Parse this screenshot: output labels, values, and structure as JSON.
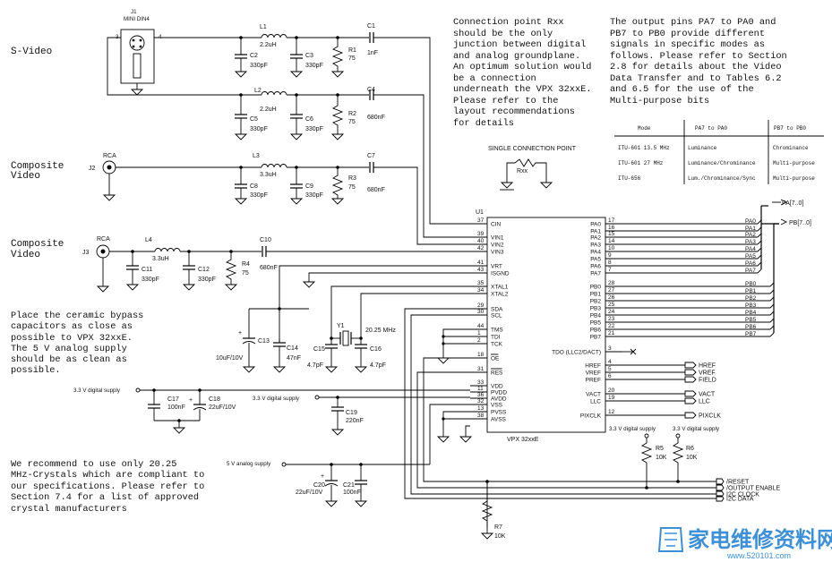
{
  "notes": {
    "connection_point": [
      "Connection point Rxx",
      "should be the only",
      "junction between digital",
      "and analog groundplane.",
      "An optimum solution would",
      "be a connection",
      "underneath the VPX 32xxE.",
      "Please refer to the",
      "layout recommendations",
      "for details"
    ],
    "output_pins": [
      "The output pins PA7 to PA0 and",
      "PB7 to PB0 provide different",
      "signals in specific modes as",
      "follows. Please refer to Section",
      "2.8 for details about the Video",
      "Data Transfer and to Tables 6.2",
      "and 6.5 for the use of the",
      "Multi-purpose bits"
    ],
    "bypass": [
      "Place the ceramic bypass",
      "capacitors as close as",
      "possible to VPX 32xxE.",
      "The 5 V analog supply",
      "should be as clean as",
      "possible."
    ],
    "crystal": [
      "We recommend to use only 20.25",
      "MHz-Crystals which are compliant to",
      "our specifications. Please refer to",
      "Section 7.4 for a list of approved",
      "crystal manufacturers"
    ]
  },
  "mode_table": {
    "headers": [
      "Mode",
      "PA7 to PA0",
      "PB7 to PB0"
    ],
    "rows": [
      [
        "ITU-601 13.5 MHz",
        "Luminance",
        "Chrominance"
      ],
      [
        "ITU-601 27 MHz",
        "Luminance/Chrominance",
        "Multi-purpose"
      ],
      [
        "ITU-656",
        "Lum./Chrominance/Sync",
        "Multi-purpose"
      ]
    ]
  },
  "inputs": {
    "svideo": "S-Video",
    "composite": [
      "Composite",
      "Video"
    ],
    "j1": "J1",
    "mini_din": "MINI DIN4",
    "rca": "RCA",
    "j2": "J2",
    "j3": "J3",
    "din_pin3": "3",
    "din_pin4": "4"
  },
  "components": {
    "L1": {
      "ref": "L1",
      "value": "2.2uH"
    },
    "L2": {
      "ref": "L2",
      "value": "2.2uH"
    },
    "L3": {
      "ref": "L3",
      "value": "3.3uH"
    },
    "L4": {
      "ref": "L4",
      "value": "3.3uH"
    },
    "C1": {
      "ref": "C1",
      "value": "1nF"
    },
    "C2": {
      "ref": "C2",
      "value": "330pF"
    },
    "C3": {
      "ref": "C3",
      "value": "330pF"
    },
    "C4": {
      "ref": "C4",
      "value": "680nF"
    },
    "C5": {
      "ref": "C5",
      "value": "330pF"
    },
    "C6": {
      "ref": "C6",
      "value": "330pF"
    },
    "C7": {
      "ref": "C7",
      "value": "680nF"
    },
    "C8": {
      "ref": "C8",
      "value": "330pF"
    },
    "C9": {
      "ref": "C9",
      "value": "330pF"
    },
    "C10": {
      "ref": "C10",
      "value": "680nF"
    },
    "C11": {
      "ref": "C11",
      "value": "330pF"
    },
    "C12": {
      "ref": "C12",
      "value": "330pF"
    },
    "C13": {
      "ref": "C13",
      "value": "10uF/10V"
    },
    "C14": {
      "ref": "C14",
      "value": "47nF"
    },
    "C15": {
      "ref": "C15",
      "value": "4.7pF"
    },
    "C16": {
      "ref": "C16",
      "value": "4.7pF"
    },
    "C17": {
      "ref": "C17",
      "value": "100nF"
    },
    "C18": {
      "ref": "C18",
      "value": "22uF/10V"
    },
    "C19": {
      "ref": "C19",
      "value": "220nF"
    },
    "C20": {
      "ref": "C20",
      "value": "22uF/10V"
    },
    "C21": {
      "ref": "C21",
      "value": "100nF"
    },
    "R1": {
      "ref": "R1",
      "value": "75"
    },
    "R2": {
      "ref": "R2",
      "value": "75"
    },
    "R3": {
      "ref": "R3",
      "value": "75"
    },
    "R4": {
      "ref": "R4",
      "value": "75"
    },
    "R5": {
      "ref": "R5",
      "value": "10K"
    },
    "R6": {
      "ref": "R6",
      "value": "10K"
    },
    "R7": {
      "ref": "R7",
      "value": "10K"
    },
    "Y1": {
      "ref": "Y1",
      "value": "20.25 MHz"
    }
  },
  "single_connection": {
    "title": "SINGLE CONNECTION POINT",
    "label": "Rxx"
  },
  "chip": {
    "ref": "U1",
    "name": "VPX 32xxE",
    "left_pins": [
      {
        "num": "37",
        "name": "CIN"
      },
      {
        "num": "39",
        "name": "VIN1"
      },
      {
        "num": "40",
        "name": "VIN2"
      },
      {
        "num": "42",
        "name": "VIN3"
      },
      {
        "num": "41",
        "name": "VRT"
      },
      {
        "num": "43",
        "name": "ISGND"
      },
      {
        "num": "35",
        "name": "XTAL1"
      },
      {
        "num": "34",
        "name": "XTAL2"
      },
      {
        "num": "29",
        "name": "SDA"
      },
      {
        "num": "30",
        "name": "SCL"
      },
      {
        "num": "44",
        "name": "TMS"
      },
      {
        "num": "1",
        "name": "TDI"
      },
      {
        "num": "2",
        "name": "TCK"
      },
      {
        "num": "18",
        "name": "OE"
      },
      {
        "num": "31",
        "name": "RES"
      },
      {
        "num": "33",
        "name": "VDD"
      },
      {
        "num": "11",
        "name": "PVDD"
      },
      {
        "num": "36",
        "name": "AVDD"
      },
      {
        "num": "32",
        "name": "VSS"
      },
      {
        "num": "13",
        "name": "PVSS"
      },
      {
        "num": "38",
        "name": "AVSS"
      }
    ],
    "right_pins": [
      {
        "num": "17",
        "name": "PA0"
      },
      {
        "num": "16",
        "name": "PA1"
      },
      {
        "num": "15",
        "name": "PA2"
      },
      {
        "num": "14",
        "name": "PA3"
      },
      {
        "num": "10",
        "name": "PA4"
      },
      {
        "num": "9",
        "name": "PA5"
      },
      {
        "num": "8",
        "name": "PA6"
      },
      {
        "num": "7",
        "name": "PA7"
      },
      {
        "num": "28",
        "name": "PB0"
      },
      {
        "num": "27",
        "name": "PB1"
      },
      {
        "num": "26",
        "name": "PB2"
      },
      {
        "num": "25",
        "name": "PB3"
      },
      {
        "num": "24",
        "name": "PB4"
      },
      {
        "num": "23",
        "name": "PB5"
      },
      {
        "num": "22",
        "name": "PB6"
      },
      {
        "num": "21",
        "name": "PB7"
      },
      {
        "num": "3",
        "name": "TDO (LLC2/DACT)"
      },
      {
        "num": "4",
        "name": "HREF"
      },
      {
        "num": "5",
        "name": "VREF"
      },
      {
        "num": "6",
        "name": "PREF"
      },
      {
        "num": "20",
        "name": "VACT"
      },
      {
        "num": "19",
        "name": "LLC"
      },
      {
        "num": "12",
        "name": "PIXCLK"
      }
    ]
  },
  "buses": {
    "pa_net": [
      "PA0",
      "PA1",
      "PA2",
      "PA3",
      "PA4",
      "PA5",
      "PA6",
      "PA7"
    ],
    "pb_net": [
      "PB0",
      "PB1",
      "PB2",
      "PB3",
      "PB4",
      "PB5",
      "PB6",
      "PB7"
    ],
    "pa_bus": "PA[7..0]",
    "pb_bus": "PB[7..0]"
  },
  "ports": {
    "sync": [
      "HREF",
      "VREF",
      "FIELD",
      "VACT",
      "LLC",
      "PIXCLK"
    ],
    "control": [
      "/RESET",
      "/OUTPUT ENABLE",
      "I2C CLOCK",
      "I2C DATA"
    ]
  },
  "supplies": {
    "digital": "3.3 V digital supply",
    "analog": "5 V analog supply"
  },
  "watermark": {
    "cn": "家电维修资料网",
    "url": "www.520101.com"
  }
}
